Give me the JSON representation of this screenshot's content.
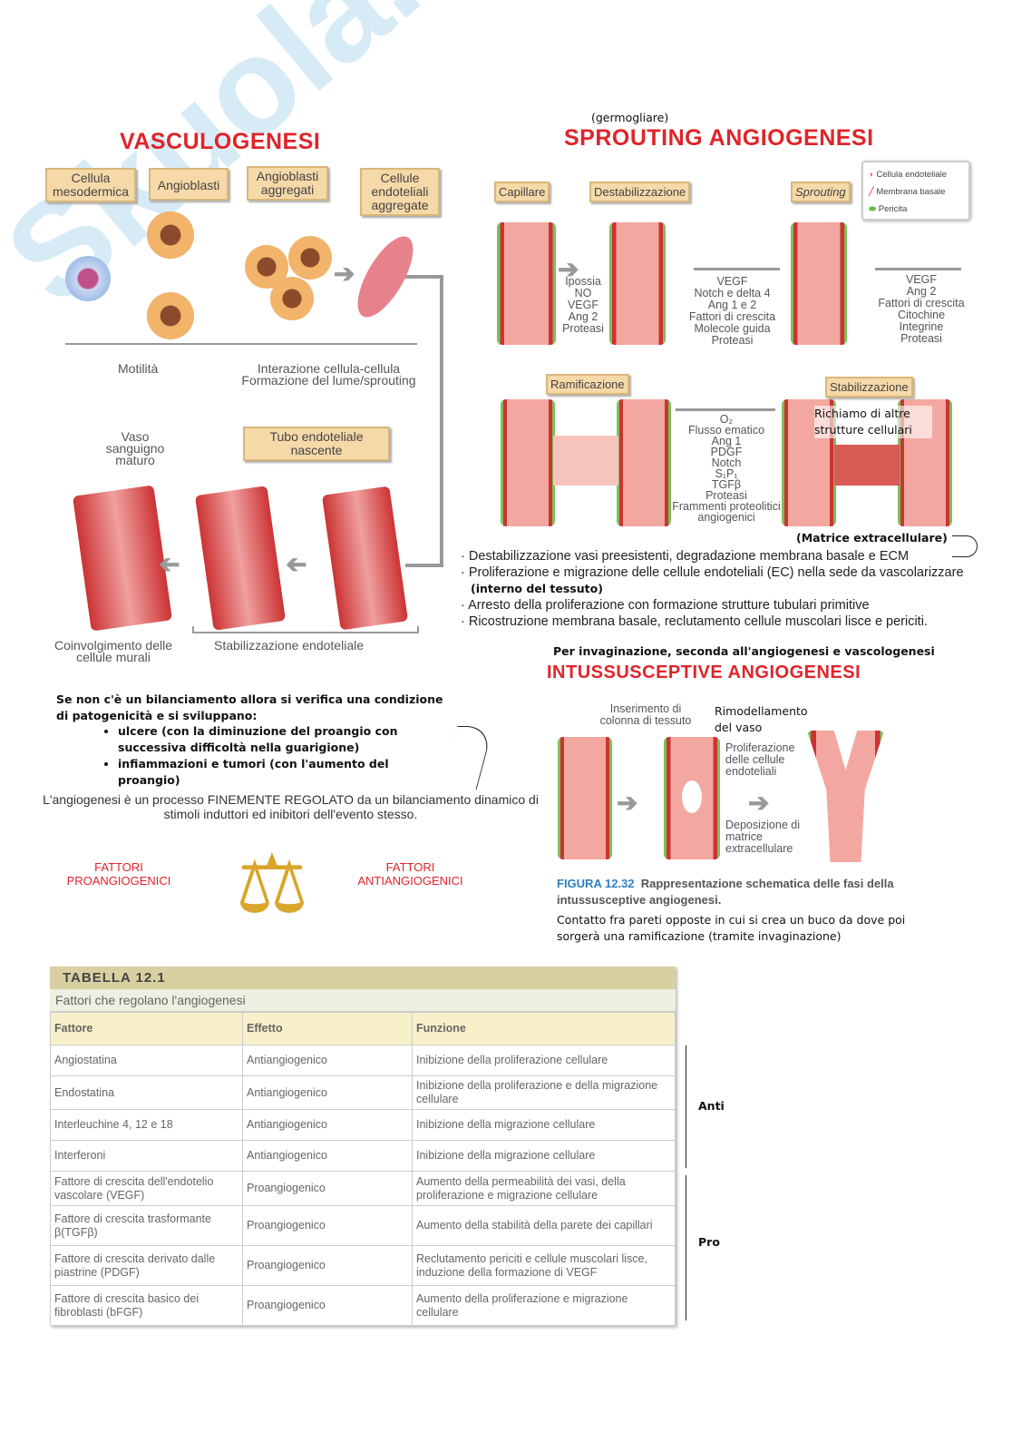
{
  "watermark": "Skuola.net",
  "vasculogenesi": {
    "title": "VASCULOGENESI",
    "stages": [
      "Cellula mesodermica",
      "Angioblasti",
      "Angioblasti aggregati",
      "Cellule endoteliali aggregate"
    ],
    "motility": "Motilità",
    "interaction": "Interazione cellula-cellula",
    "lumen": "Formazione del lume/sprouting",
    "mature_vessel": "Vaso sanguigno maturo",
    "nascent_tube": "Tubo endoteliale nascente",
    "mural": "Coinvolgimento delle cellule murali",
    "stabilization": "Stabilizzazione endoteliale"
  },
  "notes": {
    "imbalance": "Se non c'è un bilanciamento allora si verifica una condizione di patogenicità e si sviluppano:",
    "items": [
      "ulcere (con la diminuzione del proangio con successiva difficoltà nella guarigione)",
      "infiammazioni e tumori (con l'aumento del proangio)"
    ],
    "regulated": "L'angiogenesi è un processo FINEMENTE REGOLATO da un bilanciamento dinamico di stimoli induttori ed inibitori dell'evento stesso.",
    "pro": "FATTORI PROANGIOGENICI",
    "anti": "FATTORI ANTIANGIOGENICI"
  },
  "sprouting": {
    "note": "(germogliare)",
    "title": "SPROUTING ANGIOGENESI",
    "legend": [
      "Cellula endoteliale",
      "Membrana basale",
      "Pericita"
    ],
    "stages": [
      "Capillare",
      "Destabilizzazione",
      "Sprouting",
      "Ramificazione",
      "Stabilizzazione"
    ],
    "factors1": [
      "Ipossia",
      "NO",
      "VEGF",
      "Ang 2",
      "Proteasi"
    ],
    "factors2": [
      "VEGF",
      "Notch e delta 4",
      "Ang 1 e 2",
      "Fattori di crescita",
      "Molecole guida",
      "Proteasi"
    ],
    "factors3": [
      "VEGF",
      "Ang 2",
      "Fattori di crescita",
      "Citochine",
      "Integrine",
      "Proteasi"
    ],
    "factors4": [
      "O₂",
      "Flusso ematico",
      "Ang 1",
      "PDGF",
      "Notch",
      "S₁P₁",
      "TGFβ",
      "Proteasi",
      "Frammenti proteolitici angiogenici"
    ],
    "recall": "Richiamo di altre strutture cellulari",
    "ecm_note": "(Matrice extracellulare)",
    "bullets": [
      "Destabilizzazione vasi preesistenti, degradazione membrana basale e ECM",
      "Proliferazione e migrazione delle cellule endoteliali (EC) nella sede da vascolarizzare",
      "Arresto della proliferazione con formazione strutture tubulari primitive",
      "Ricostruzione membrana basale, reclutamento cellule muscolari lisce e periciti."
    ],
    "bullet2_note": "(interno del tessuto)"
  },
  "intus": {
    "note": "Per invaginazione, seconda all'angiogenesi e vascologenesi",
    "title": "INTUSSUSCEPTIVE ANGIOGENESI",
    "insert": "Inserimento di colonna di tessuto",
    "remodel": "Rimodellamento del vaso",
    "prolif": "Proliferazione delle cellule endoteliali",
    "deposit": "Deposizione di matrice extracellulare",
    "fig_num": "FIGURA 12.32",
    "caption": "Rappresentazione schematica delle fasi della intussusceptive angiogenesi.",
    "handnote": "Contatto fra pareti opposte in cui si crea un buco da dove poi sorgerà una ramificazione (tramite invaginazione)"
  },
  "table": {
    "title": "TABELLA 12.1",
    "subtitle": "Fattori che regolano l'angiogenesi",
    "headers": [
      "Fattore",
      "Effetto",
      "Funzione"
    ],
    "rows": [
      [
        "Angiostatina",
        "Antiangiogenico",
        "Inibizione della proliferazione cellulare"
      ],
      [
        "Endostatina",
        "Antiangiogenico",
        "Inibizione della proliferazione e della migrazione cellulare"
      ],
      [
        "Interleuchine 4, 12 e 18",
        "Antiangiogenico",
        "Inibizione della migrazione cellulare"
      ],
      [
        "Interferoni",
        "Antiangiogenico",
        "Inibizione della migrazione cellulare"
      ],
      [
        "Fattore di crescita dell'endotelio vascolare (VEGF)",
        "Proangiogenico",
        "Aumento della permeabilità dei vasi, della proliferazione e migrazione cellulare"
      ],
      [
        "Fattore di crescita trasformante β(TGFβ)",
        "Proangiogenico",
        "Aumento della stabilità della parete dei capillari"
      ],
      [
        "Fattore di crescita derivato dalle piastrine (PDGF)",
        "Proangiogenico",
        "Reclutamento periciti e cellule muscolari lisce, induzione della formazione di VEGF"
      ],
      [
        "Fattore di crescita basico dei fibroblasti (bFGF)",
        "Proangiogenico",
        "Aumento della proliferazione e migrazione cellulare"
      ]
    ],
    "anti": "Anti",
    "pro": "Pro"
  }
}
